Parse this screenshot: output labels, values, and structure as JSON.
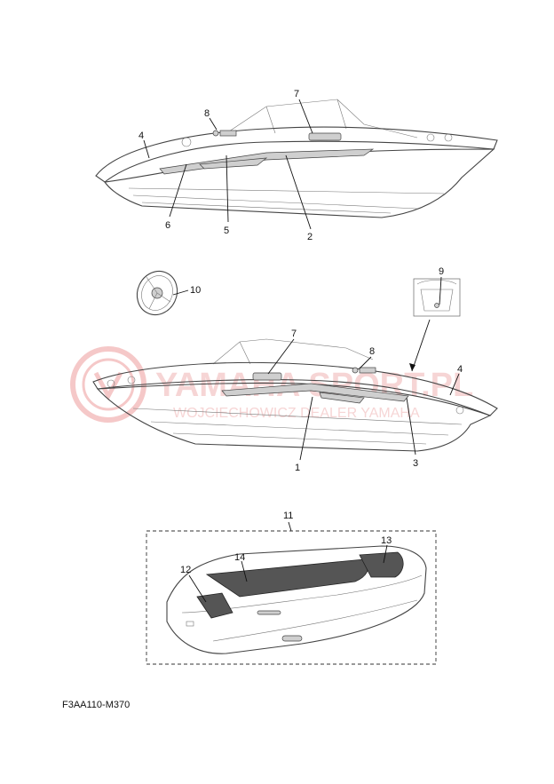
{
  "diagram": {
    "part_code": "F3AA110-M370",
    "watermark": {
      "line1": "YAMAHA SPORT.PL",
      "line2": "WOJCIECHOWICZ DEALER YAMAHA"
    },
    "callouts": {
      "c1": "1",
      "c2": "2",
      "c3": "3",
      "c4a": "4",
      "c4b": "4",
      "c5": "5",
      "c6": "6",
      "c7a": "7",
      "c7b": "7",
      "c8a": "8",
      "c8b": "8",
      "c9": "9",
      "c10": "10",
      "c11": "11",
      "c12": "12",
      "c13": "13",
      "c14": "14"
    },
    "colors": {
      "line": "#111111",
      "watermark": "#e88a8a"
    }
  }
}
